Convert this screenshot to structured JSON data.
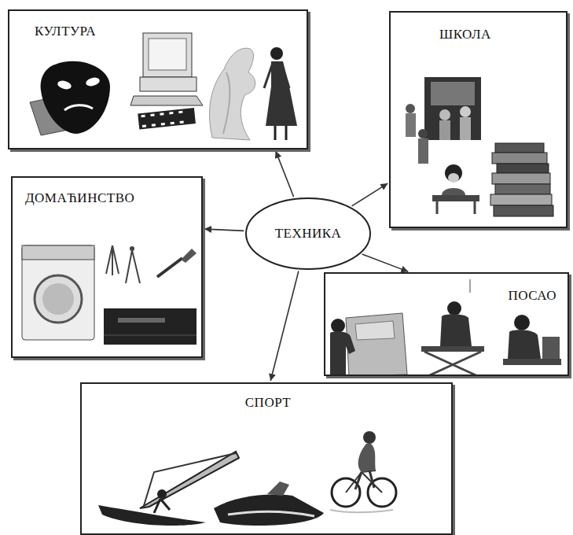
{
  "diagram": {
    "nodes": [
      {
        "text": [
          "КУЛТУРА"
        ]
      },
      {
        "text": [
          "ШКОЛА"
        ]
      },
      {
        "text": [
          "ДОМАЋИНСТВО"
        ]
      },
      {
        "text": [
          "ТЕХНИКА"
        ]
      },
      {
        "text": [
          "ПОСАО"
        ]
      },
      {
        "text": [
          "СПОРТ"
        ]
      }
    ],
    "edges": [
      {
        "from": 3,
        "to": 0,
        "arrow": "to"
      },
      {
        "from": 3,
        "to": 1,
        "arrow": "to"
      },
      {
        "from": 3,
        "to": 2,
        "arrow": "to"
      },
      {
        "from": 3,
        "to": 4,
        "arrow": "to"
      },
      {
        "from": 3,
        "to": 5,
        "arrow": "to"
      }
    ]
  }
}
